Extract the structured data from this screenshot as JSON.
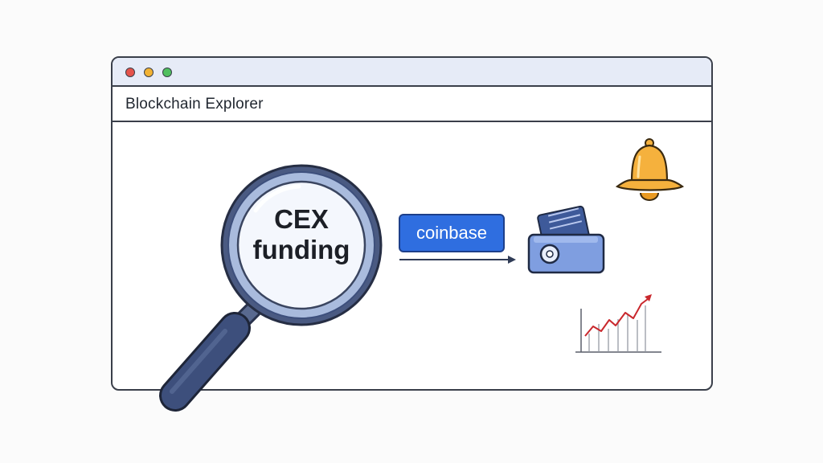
{
  "window": {
    "address_title": "Blockchain Explorer"
  },
  "magnifier": {
    "line1": "CEX",
    "line2": "funding"
  },
  "exchange": {
    "label": "coinbase"
  },
  "colors": {
    "titlebar_bg": "#e6ebf7",
    "dot_red": "#e5534b",
    "dot_yellow": "#f2b233",
    "dot_green": "#4fbf5e",
    "coinbase_blue": "#2f6ee0",
    "bell_orange": "#f5b13d",
    "wallet_blue": "#7f9ee0",
    "lens_ring": "#9aaed4",
    "handle": "#3d4f7c",
    "chart_line_red": "#c9282d"
  },
  "icons": [
    "magnifier-icon",
    "arrow-right-icon",
    "wallet-icon",
    "bell-icon",
    "trend-chart-icon"
  ]
}
